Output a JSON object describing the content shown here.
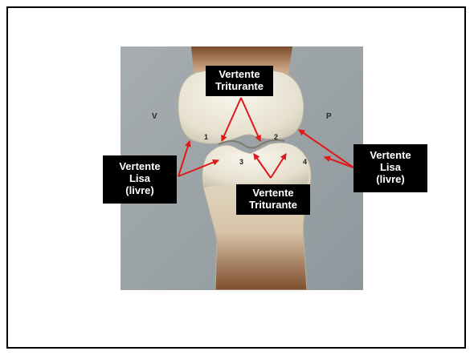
{
  "labels": {
    "top_center": [
      "Vertente",
      "Triturante"
    ],
    "left": [
      "Vertente",
      "Lisa",
      "(livre)"
    ],
    "right": [
      "Vertente",
      "Lisa",
      "(livre)"
    ],
    "bottom_center": [
      "Vertente",
      "Triturante"
    ]
  },
  "side_markers": {
    "vestibular": "V",
    "palatal": "P"
  },
  "cusp_numbers": [
    "1",
    "2",
    "3",
    "4"
  ],
  "colors": {
    "arrow": "#e01818",
    "label_bg": "#000000",
    "label_text": "#ffffff",
    "photo_bg": "#9aa3a6",
    "tooth": "#ece7d8",
    "root": "#8a5a3a"
  }
}
